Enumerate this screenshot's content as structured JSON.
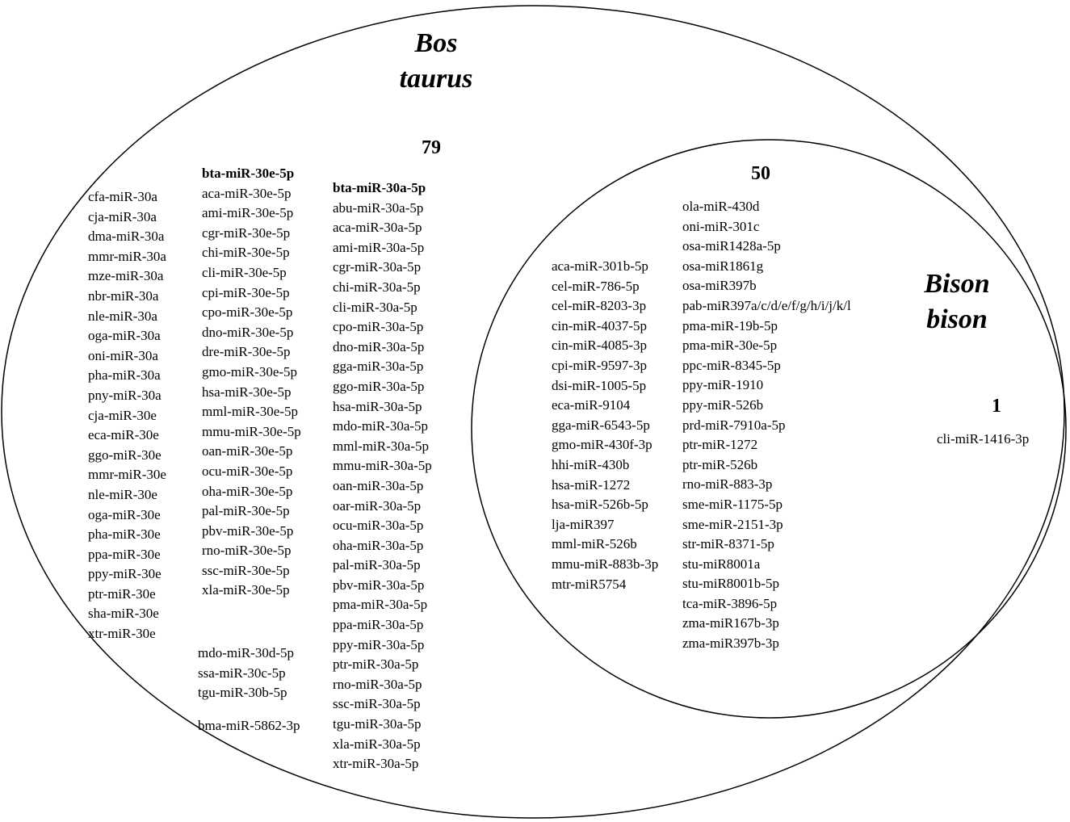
{
  "sets": {
    "bos_taurus": {
      "line1": "Bos",
      "line2": "taurus",
      "count": "79"
    },
    "bison_bison": {
      "line1": "Bison",
      "line2": "bison",
      "count": "1"
    },
    "shared": {
      "count": "50"
    }
  },
  "bos_only": {
    "col1": [
      "cfa-miR-30a",
      "cja-miR-30a",
      "dma-miR-30a",
      "mmr-miR-30a",
      "mze-miR-30a",
      "nbr-miR-30a",
      "nle-miR-30a",
      "oga-miR-30a",
      "oni-miR-30a",
      "pha-miR-30a",
      "pny-miR-30a",
      "cja-miR-30e",
      "eca-miR-30e",
      "ggo-miR-30e",
      "mmr-miR-30e",
      "nle-miR-30e",
      "oga-miR-30e",
      "pha-miR-30e",
      "ppa-miR-30e",
      "ppy-miR-30e",
      "ptr-miR-30e",
      "sha-miR-30e",
      "xtr-miR-30e"
    ],
    "col2_header": "bta-miR-30e-5p",
    "col2": [
      "aca-miR-30e-5p",
      "ami-miR-30e-5p",
      "cgr-miR-30e-5p",
      "chi-miR-30e-5p",
      "cli-miR-30e-5p",
      "cpi-miR-30e-5p",
      "cpo-miR-30e-5p",
      "dno-miR-30e-5p",
      "dre-miR-30e-5p",
      "gmo-miR-30e-5p",
      "hsa-miR-30e-5p",
      "mml-miR-30e-5p",
      "mmu-miR-30e-5p",
      "oan-miR-30e-5p",
      "ocu-miR-30e-5p",
      "oha-miR-30e-5p",
      "pal-miR-30e-5p",
      "pbv-miR-30e-5p",
      "rno-miR-30e-5p",
      "ssc-miR-30e-5p",
      "xla-miR-30e-5p"
    ],
    "col2b": [
      "mdo-miR-30d-5p",
      "ssa-miR-30c-5p",
      "tgu-miR-30b-5p"
    ],
    "col2c": [
      "bma-miR-5862-3p"
    ],
    "col3_header": "bta-miR-30a-5p",
    "col3": [
      "abu-miR-30a-5p",
      "aca-miR-30a-5p",
      "ami-miR-30a-5p",
      "cgr-miR-30a-5p",
      "chi-miR-30a-5p",
      "cli-miR-30a-5p",
      "cpo-miR-30a-5p",
      "dno-miR-30a-5p",
      "gga-miR-30a-5p",
      "ggo-miR-30a-5p",
      "hsa-miR-30a-5p",
      "mdo-miR-30a-5p",
      "mml-miR-30a-5p",
      "mmu-miR-30a-5p",
      "oan-miR-30a-5p",
      "oar-miR-30a-5p",
      "ocu-miR-30a-5p",
      "oha-miR-30a-5p",
      "pal-miR-30a-5p",
      "pbv-miR-30a-5p",
      "pma-miR-30a-5p",
      "ppa-miR-30a-5p",
      "ppy-miR-30a-5p",
      "ptr-miR-30a-5p",
      "rno-miR-30a-5p",
      "ssc-miR-30a-5p",
      "tgu-miR-30a-5p",
      "xla-miR-30a-5p",
      "xtr-miR-30a-5p"
    ]
  },
  "shared_list": {
    "col1": [
      "aca-miR-301b-5p",
      "cel-miR-786-5p",
      "cel-miR-8203-3p",
      "cin-miR-4037-5p",
      "cin-miR-4085-3p",
      "cpi-miR-9597-3p",
      "dsi-miR-1005-5p",
      "eca-miR-9104",
      "gga-miR-6543-5p",
      "gmo-miR-430f-3p",
      "hhi-miR-430b",
      "hsa-miR-1272",
      "hsa-miR-526b-5p",
      "lja-miR397",
      "mml-miR-526b",
      "mmu-miR-883b-3p",
      "mtr-miR5754"
    ],
    "col2": [
      "ola-miR-430d",
      "oni-miR-301c",
      "osa-miR1428a-5p",
      "osa-miR1861g",
      "osa-miR397b",
      "pab-miR397a/c/d/e/f/g/h/i/j/k/l",
      "pma-miR-19b-5p",
      "pma-miR-30e-5p",
      "ppc-miR-8345-5p",
      "ppy-miR-1910",
      "ppy-miR-526b",
      "prd-miR-7910a-5p",
      "ptr-miR-1272",
      "ptr-miR-526b",
      "rno-miR-883-3p",
      "sme-miR-1175-5p",
      "sme-miR-2151-3p",
      "str-miR-8371-5p",
      "stu-miR8001a",
      "stu-miR8001b-5p",
      "tca-miR-3896-5p",
      "zma-miR167b-3p",
      "zma-miR397b-3p"
    ]
  },
  "bison_only": [
    "cli-miR-1416-3p"
  ]
}
